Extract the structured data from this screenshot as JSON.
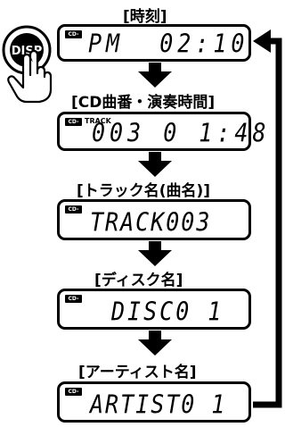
{
  "disp_button": {
    "label": "DISP"
  },
  "badge_text": "CD-IN",
  "steps": [
    {
      "label": "[時刻]",
      "display": "PM  02:10",
      "extra": ""
    },
    {
      "label": "[CD曲番・演奏時間]",
      "display": "003 0 1:48",
      "extra": "TRACK"
    },
    {
      "label": "[トラック名(曲名)]",
      "display": "TRACK003",
      "extra": ""
    },
    {
      "label": "[ディスク名]",
      "display": "DISC0 1",
      "extra": ""
    },
    {
      "label": "[アーティスト名]",
      "display": "ARTIST0 1",
      "extra": ""
    }
  ]
}
